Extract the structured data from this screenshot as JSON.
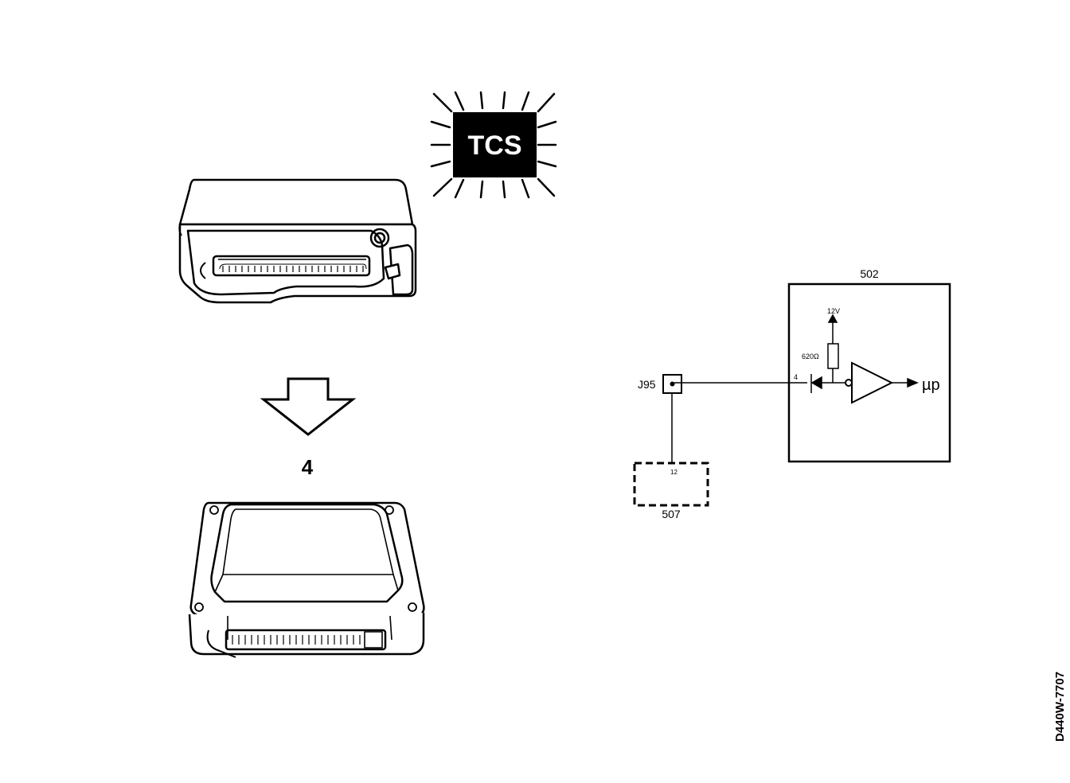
{
  "warning_lamp": {
    "text": "TCS"
  },
  "step": {
    "number": "4"
  },
  "schematic": {
    "connector_label": "J95",
    "module_top_label": "502",
    "module_bottom_label": "507",
    "supply_label": "12V",
    "resistor_label": "620Ω",
    "pin_module_502": "4",
    "pin_module_507": "12",
    "output_label": "µp"
  },
  "figure_code": "D440W-7707"
}
